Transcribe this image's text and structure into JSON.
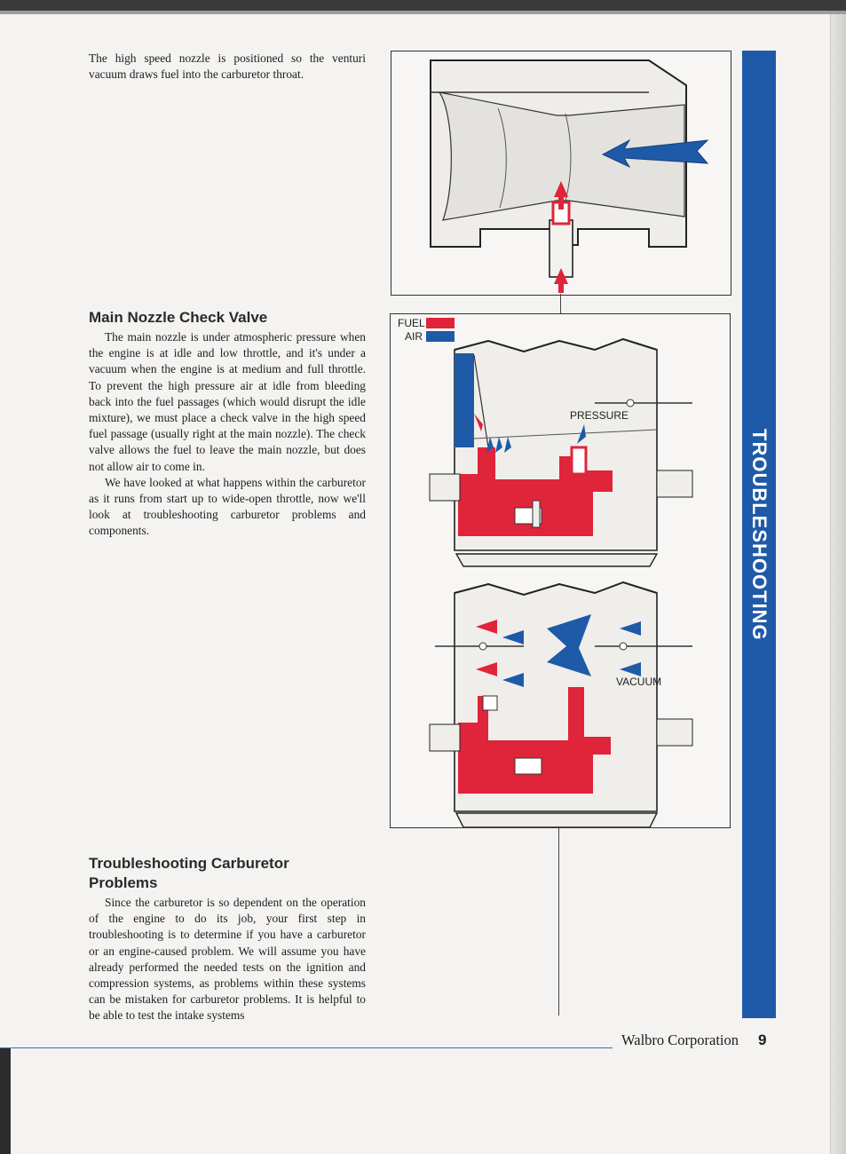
{
  "intro_text": "The high speed nozzle is positioned so the venturi vacuum draws fuel into the carburetor throat.",
  "section1": {
    "heading": "Main Nozzle Check Valve",
    "paragraphs": [
      "The main nozzle is under atmospheric pressure when the engine is at idle and low throttle, and it's under a vacuum when the engine is at medium and full throttle. To prevent the high pressure air at idle from bleeding back into the fuel passages (which would disrupt the idle mixture), we must place a check valve in the high speed fuel passage (usually right at the main nozzle). The check valve allows the fuel to leave the main nozzle, but does not allow air to come in.",
      "We have looked at what happens within the carburetor as it runs from start up to wide-open throttle, now we'll look at troubleshooting carburetor problems and components."
    ]
  },
  "section2": {
    "heading_line1": "Troubleshooting Carburetor",
    "heading_line2": "Problems",
    "paragraph": "Since the carburetor is so dependent on the operation of the engine to do its job, your first step in troubleshooting is to determine if you have a carburetor or an engine-caused problem. We will assume you have already performed the needed tests on the ignition and compression systems, as problems within these systems can be mistaken for carburetor problems. It is helpful to be able to test the intake systems"
  },
  "diagram_labels": {
    "legend_fuel": "FUEL",
    "legend_air": "AIR",
    "pressure": "PRESSURE",
    "vacuum": "VACUUM"
  },
  "side_tab": "TROUBLESHOOTING",
  "footer": {
    "company": "Walbro Corporation",
    "page_number": "9"
  },
  "colors": {
    "fuel": "#e0243a",
    "air": "#1f5aa8",
    "tab": "#1f5aa8",
    "footer_rule": "#2e6cc4"
  }
}
